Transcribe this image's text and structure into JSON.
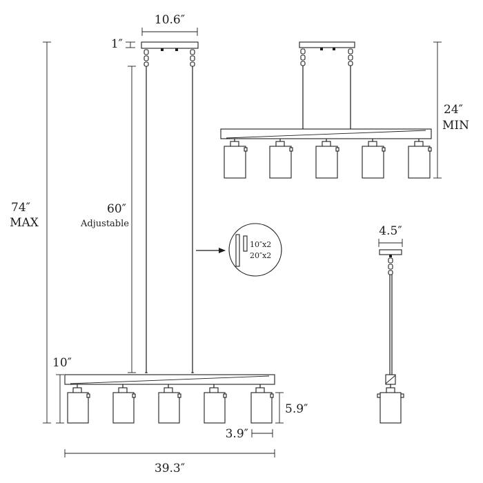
{
  "front_view": {
    "canopy_width": "10.6″",
    "canopy_height": "1″",
    "total_height_line1": "74″",
    "total_height_line2": "MAX",
    "rod_length": "60″",
    "rod_note": "Adjustable",
    "bar_height": "10″",
    "shade_height": "5.9″",
    "shade_width": "3.9″",
    "bar_width": "39.3″"
  },
  "min_view": {
    "height_line1": "24″",
    "height_line2": "MIN"
  },
  "rod_detail": {
    "rod_10": "10″x2",
    "rod_20": "20″x2"
  },
  "side_view": {
    "canopy_width": "4.5″"
  }
}
